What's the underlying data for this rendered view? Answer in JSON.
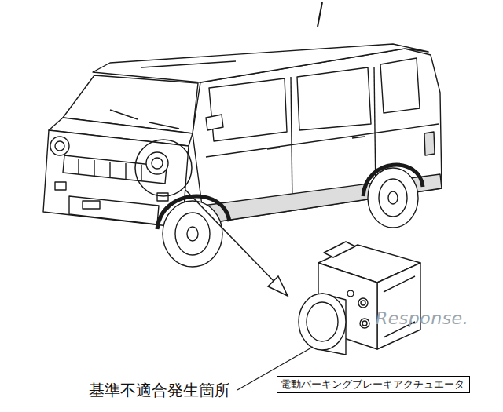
{
  "diagram": {
    "nodes": [
      {
        "text": [
          "電動パーキングブレーキアクチュエータ"
        ]
      }
    ],
    "labels": [
      "基準不適合発生箇所",
      "Response."
    ]
  }
}
